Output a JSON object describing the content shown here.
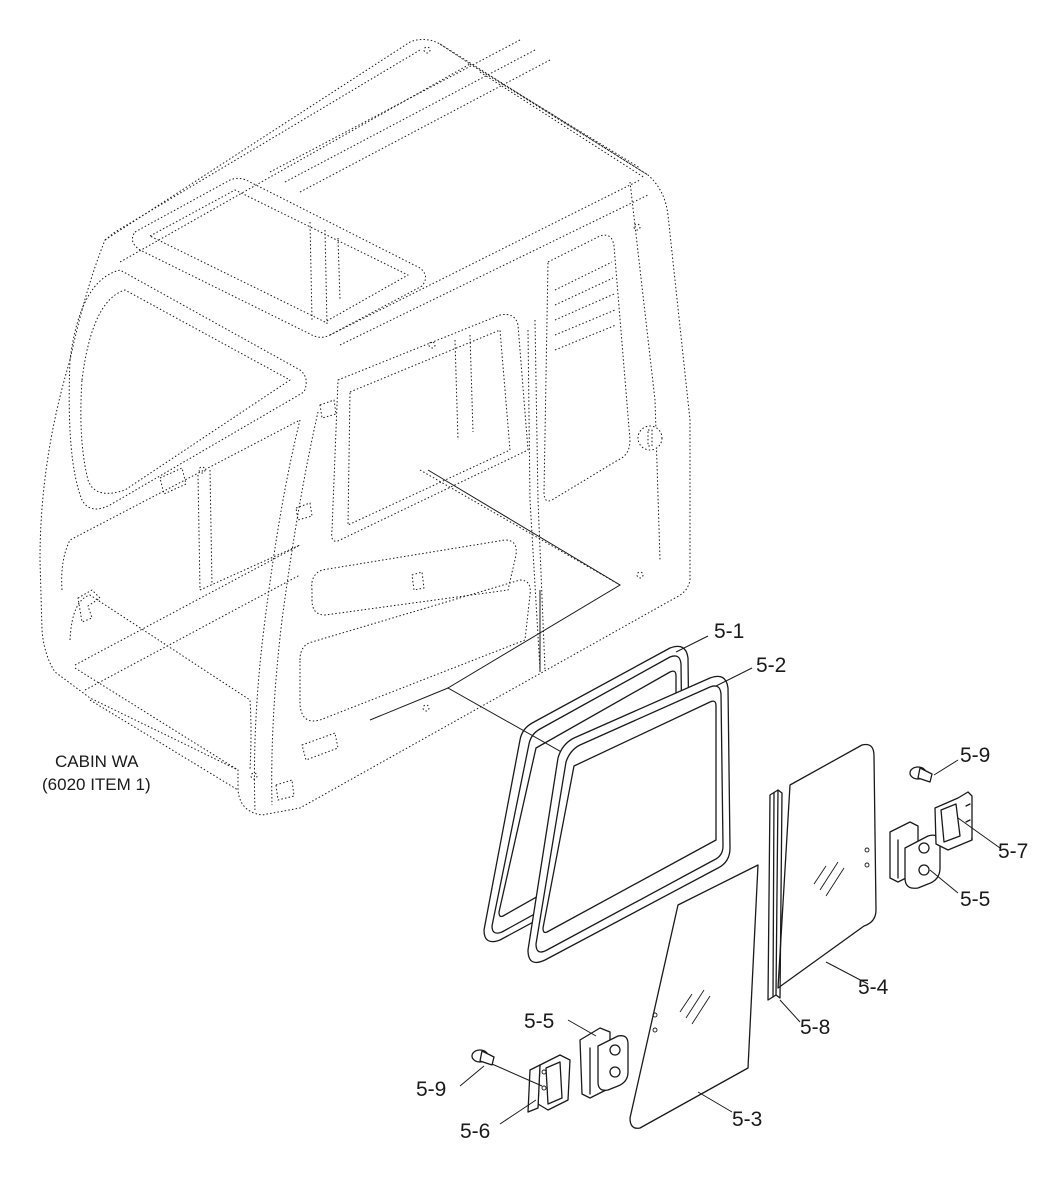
{
  "caption": {
    "line1": "CABIN WA",
    "line2": "(6020 ITEM 1)"
  },
  "callouts": {
    "p5_1": "5-1",
    "p5_2": "5-2",
    "p5_3": "5-3",
    "p5_4": "5-4",
    "p5_5_upper": "5-5",
    "p5_5_lower": "5-5",
    "p5_6": "5-6",
    "p5_7": "5-7",
    "p5_8": "5-8",
    "p5_9_upper": "5-9",
    "p5_9_lower": "5-9"
  }
}
